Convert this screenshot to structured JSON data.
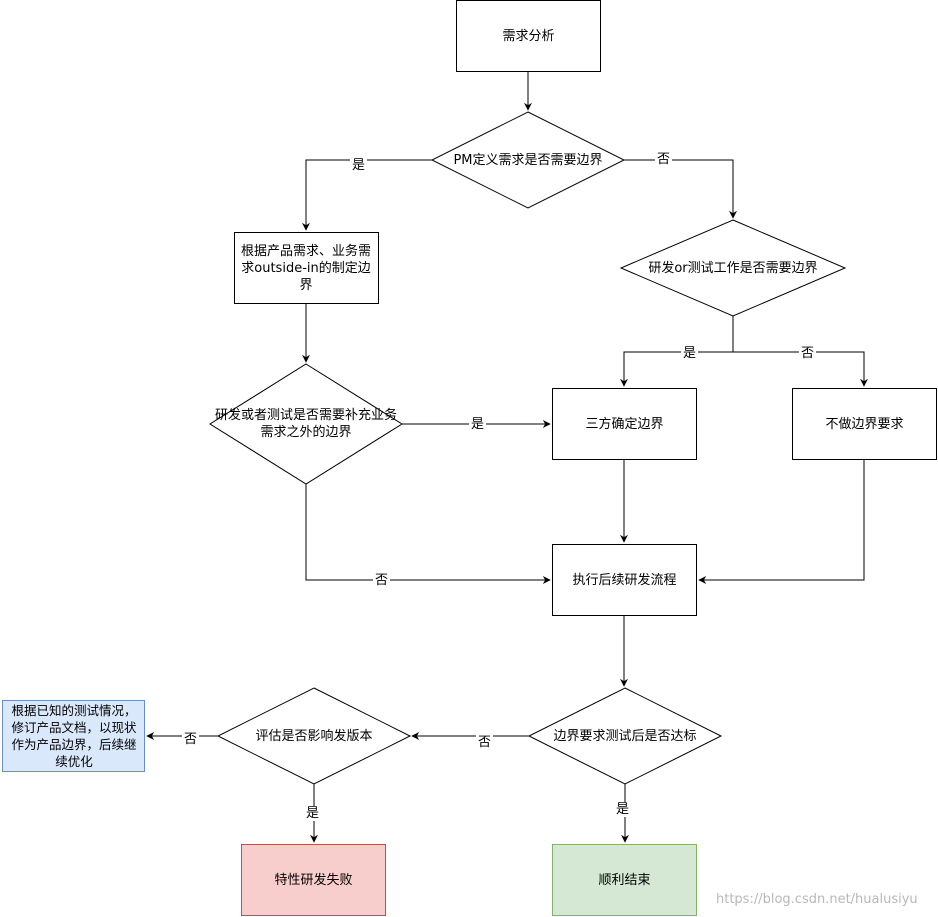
{
  "nodes": {
    "requirement_analysis": "需求分析",
    "pm_define_boundary": "PM定义需求是否需要边界",
    "define_boundary_outside_in": "根据产品需求、业务需求outside-in的制定边界",
    "dev_test_need_boundary": "研发or测试工作是否需要边界",
    "dev_test_supplement": "研发或者测试是否需要补充业务需求之外的边界",
    "three_party_boundary": "三方确定边界",
    "no_boundary": "不做边界要求",
    "execute_dev_flow": "执行后续研发流程",
    "boundary_test_pass": "边界要求测试后是否达标",
    "affect_release": "评估是否影响发版本",
    "revise_docs": "根据已知的测试情况，修订产品文档，以现状作为产品边界，后续继续优化",
    "feature_fail": "特性研发失败",
    "success_end": "顺利结束"
  },
  "edge_labels": {
    "pm_yes": "是",
    "pm_no": "否",
    "dev_test_yes": "是",
    "dev_test_no": "否",
    "supplement_yes": "是",
    "supplement_no": "否",
    "pass_no": "否",
    "pass_yes": "是",
    "affect_no": "否",
    "affect_yes": "是"
  },
  "watermark": "https://blog.csdn.net/hualusiyu",
  "colors": {
    "fail_fill": "#f8cecc",
    "fail_stroke": "#b85450",
    "success_fill": "#d5e8d4",
    "success_stroke": "#82b366",
    "note_fill": "#dae8fc",
    "note_stroke": "#6c8ebf"
  }
}
